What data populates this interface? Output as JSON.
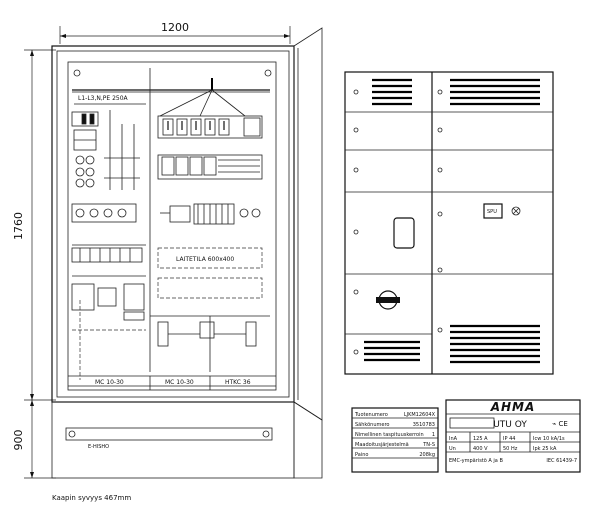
{
  "dimensions": {
    "width": "1200",
    "height_cabinet": "1760",
    "height_base": "900",
    "depth_note": "Kaapin syvyys 467mm"
  },
  "front_panel": {
    "bus_label": "L1-L3,N,PE 250A",
    "device_label": "LAITETILA   600x400",
    "sockets_label": "E-HISHO",
    "bottom_labels": [
      "MC 10-30",
      "MC 10-30",
      "HTKC 36"
    ]
  },
  "info_table": {
    "rows": [
      {
        "label": "Tuotenumero",
        "value": "LJKM12604X"
      },
      {
        "label": "Sähkönumero",
        "value": "3510783"
      },
      {
        "label": "Nimellinen taspituuskerroin",
        "value": "1"
      },
      {
        "label": "Maadoitusjärjestelmä",
        "value": "TN-S"
      },
      {
        "label": "Paino",
        "value": "208kg"
      }
    ]
  },
  "rating_plate": {
    "brand": "AHMA",
    "marks": "⌁ CE",
    "company": "UTU OY",
    "rows": [
      [
        "InA",
        "125 A",
        "IP 44",
        "Icw  10 kA/1s"
      ],
      [
        "Un",
        "400 V",
        "50 Hz",
        "Ipk   25 kA"
      ]
    ],
    "footer_left": "EMC-ympäristö  A  ja  B",
    "footer_right": "IEC 61439-7"
  },
  "display_label": "SPU"
}
